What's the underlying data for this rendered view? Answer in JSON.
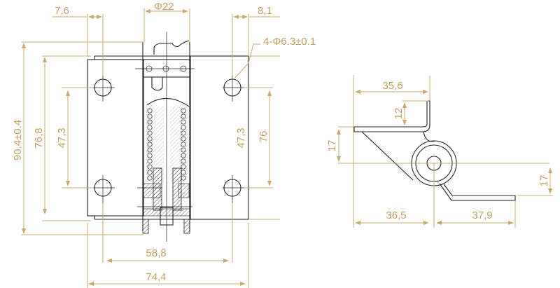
{
  "front_view": {
    "dims": {
      "hole_offset_left": "7,6",
      "barrel_diameter": "Φ22",
      "hole_offset_right": "8,1",
      "holes_spec": "4-Φ6.3±0.1",
      "overall_height": "90.4±0.4",
      "plate_height": "76,8",
      "hole_spacing_left": "47,3",
      "hole_spacing_right": "47,3",
      "right_height": "76",
      "hole_pitch_horizontal": "58,8",
      "overall_width": "74,4"
    }
  },
  "side_view": {
    "dims": {
      "upper_leaf_width": "35,6",
      "tab_height": "12",
      "upper_offset": "17",
      "lower_offset": "17",
      "left_to_axis": "36,5",
      "axis_to_right": "37,9"
    }
  },
  "colors": {
    "dimension": "#c9a86c",
    "outline": "#222222"
  }
}
